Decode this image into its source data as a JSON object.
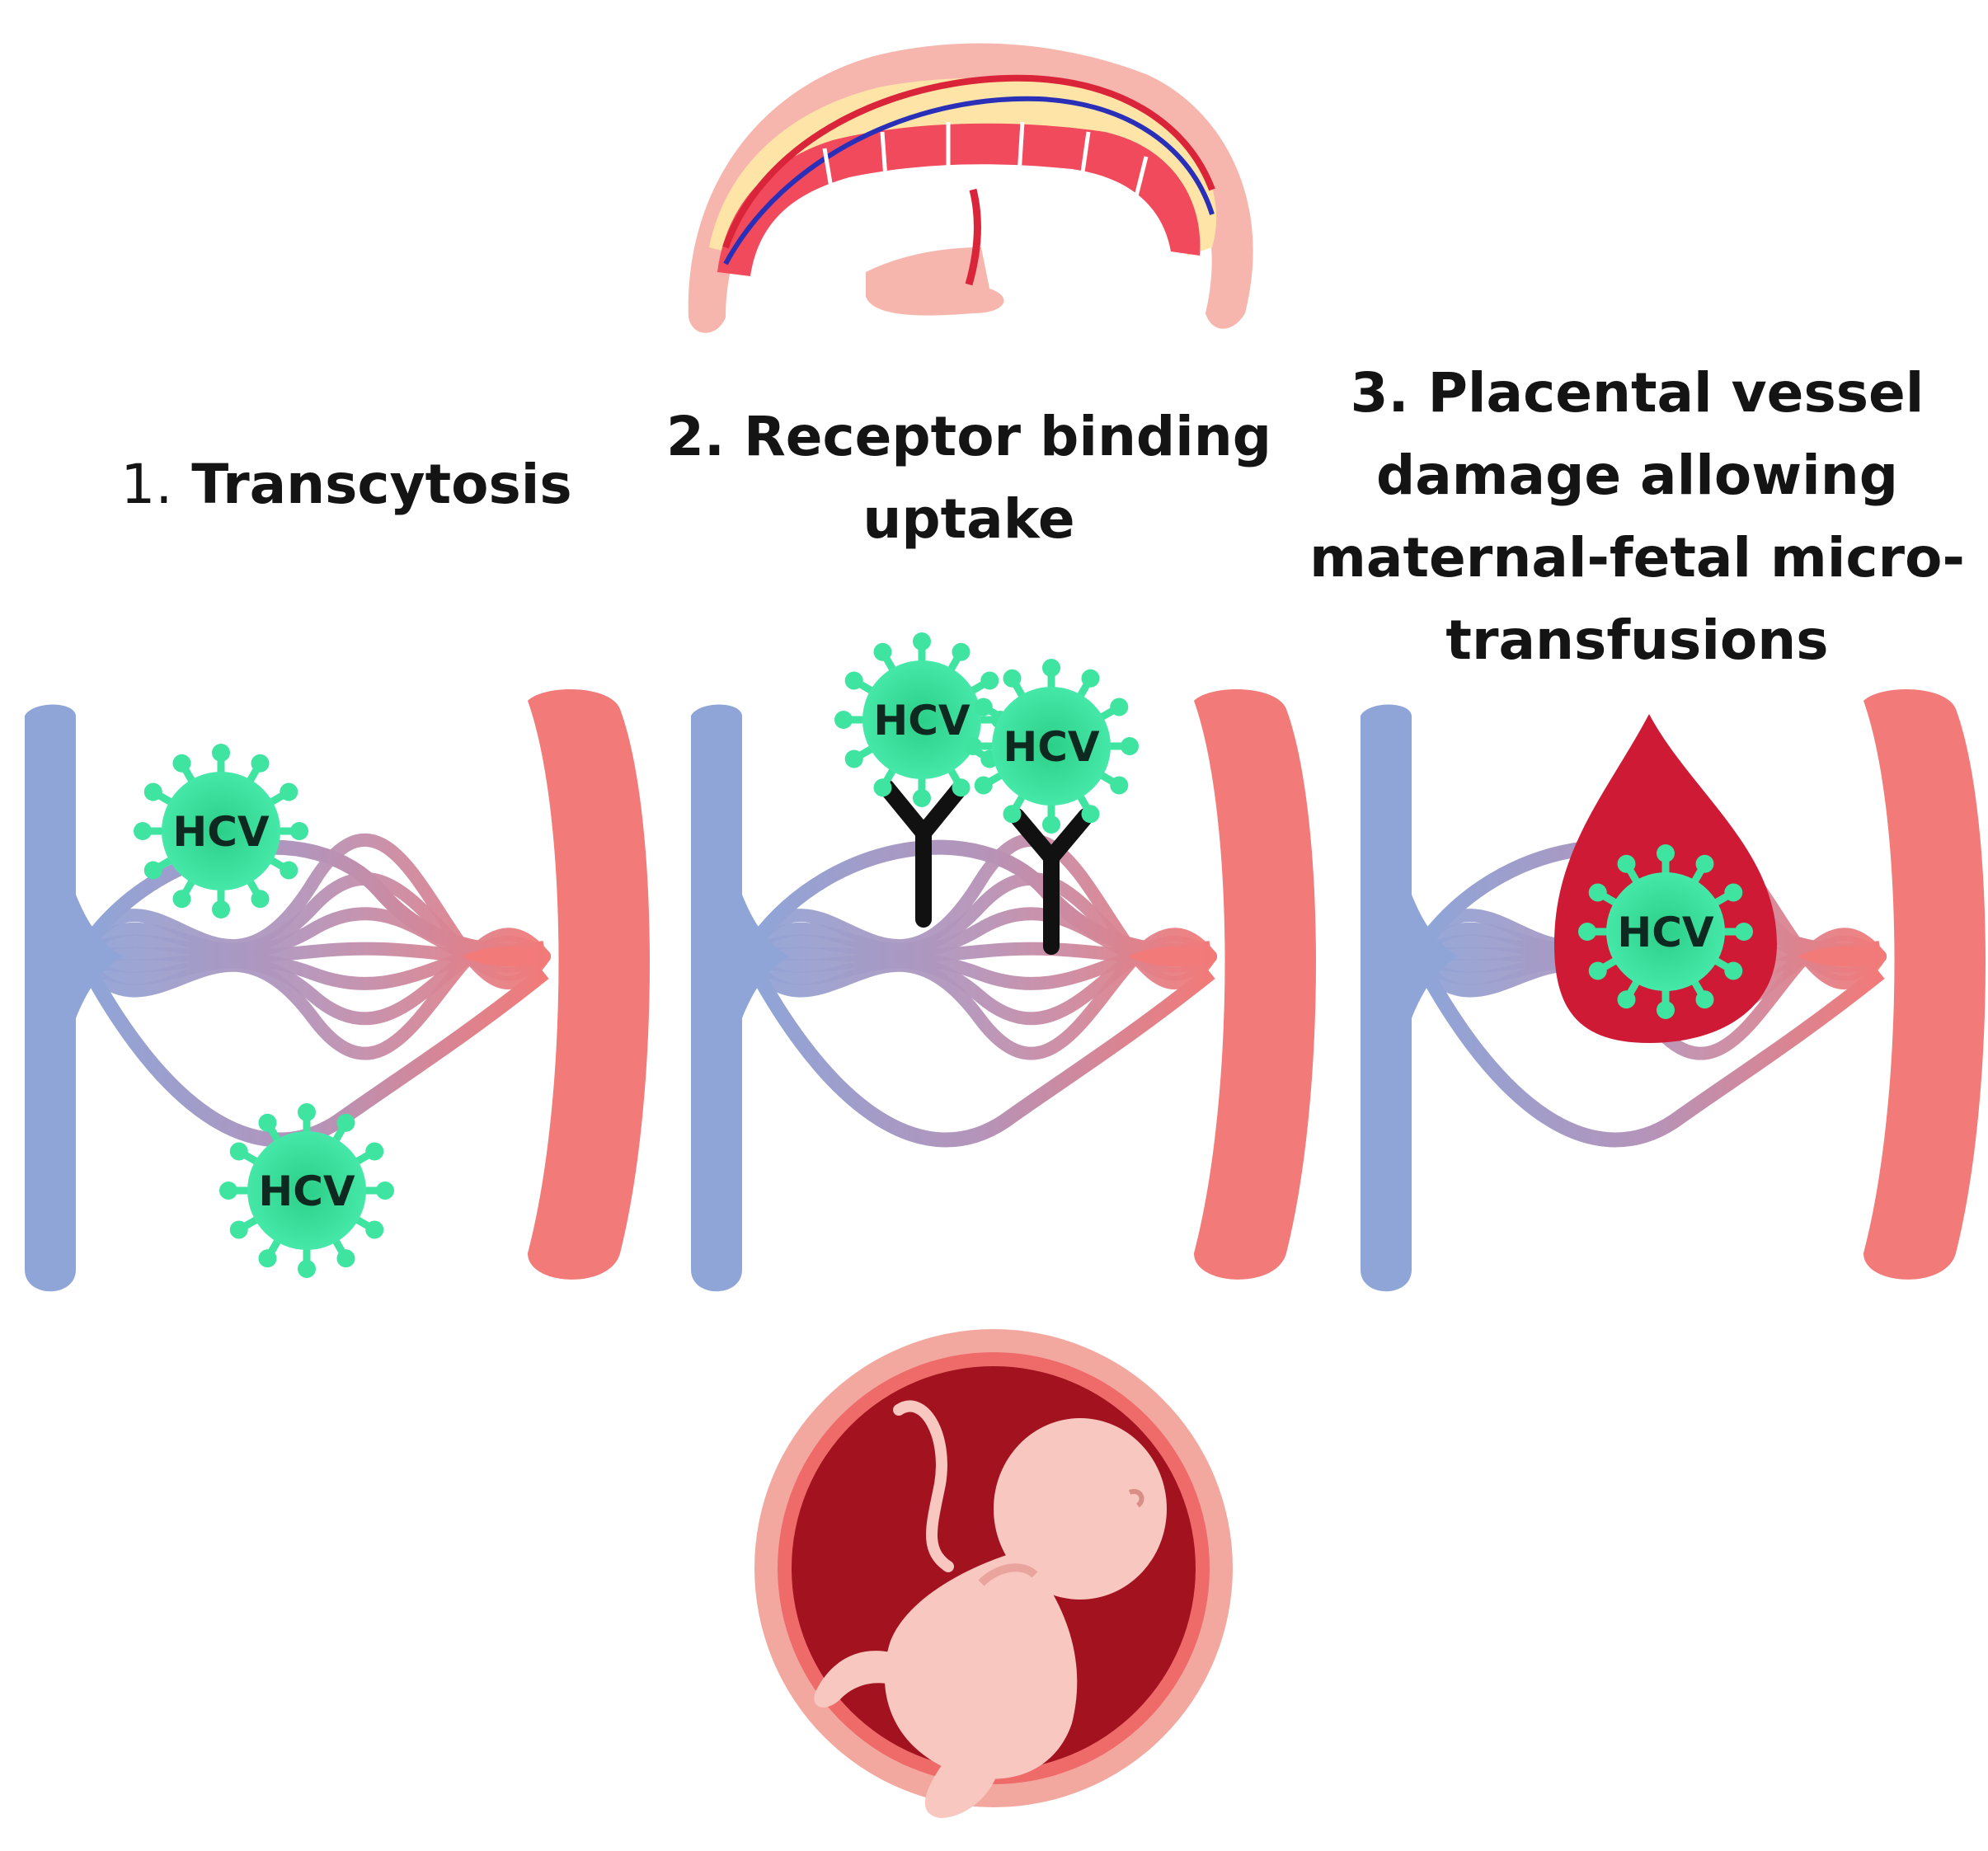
{
  "steps": [
    {
      "number": "1.",
      "title": "Transcytosis"
    },
    {
      "number": "2.",
      "title": [
        "Receptor binding",
        "uptake"
      ]
    },
    {
      "number": "3.",
      "title": [
        "Placental vessel",
        "damage allowing",
        "maternal-fetal micro-",
        "transfusions"
      ]
    }
  ],
  "virus_label": "HCV",
  "colors": {
    "vein": "#8fa5d8",
    "artery": "#f27a78",
    "virus": "#3ee4a0",
    "virus_core": "#2fcf8a",
    "blood_drop": "#cf1a36",
    "antibody": "#111111",
    "placenta": "#f04a5c",
    "womb": "#a2131f",
    "fetus": "#f8c7c0"
  },
  "icons": [
    "placenta-icon",
    "virus-icon",
    "antibody-icon",
    "blood-drop-icon",
    "fetus-in-womb-icon"
  ]
}
